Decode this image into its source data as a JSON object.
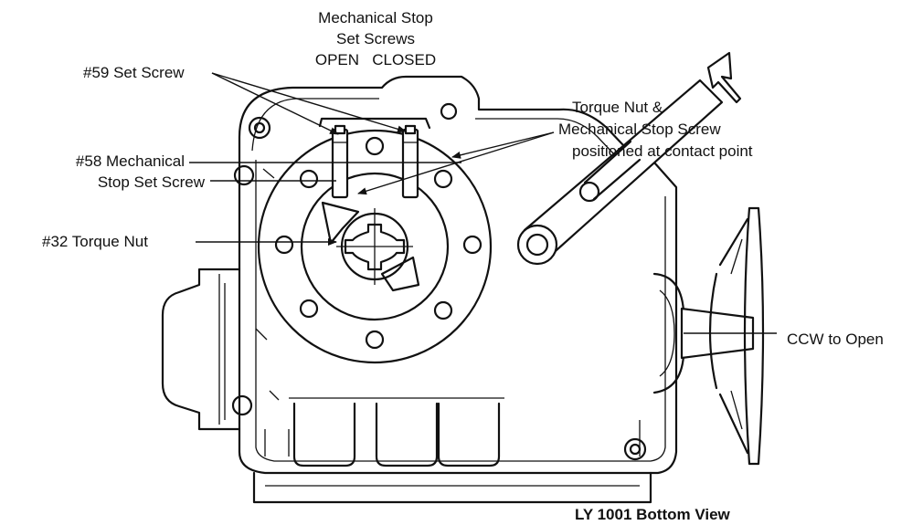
{
  "labels": {
    "mech_stop_line1": "Mechanical Stop",
    "mech_stop_line2": "Set Screws",
    "mech_stop_line3": "OPEN   CLOSED",
    "set_screw_59": "#59 Set Screw",
    "mech_stop_58_line1": "#58 Mechanical",
    "mech_stop_58_line2": "Stop Set Screw",
    "torque_nut_32": "#32 Torque Nut",
    "contact_line1": "Torque Nut &",
    "contact_line2": "Mechanical Stop Screw",
    "contact_line3": "positioned at contact point",
    "ccw_open": "CCW to Open",
    "caption": "LY 1001 Bottom View"
  }
}
